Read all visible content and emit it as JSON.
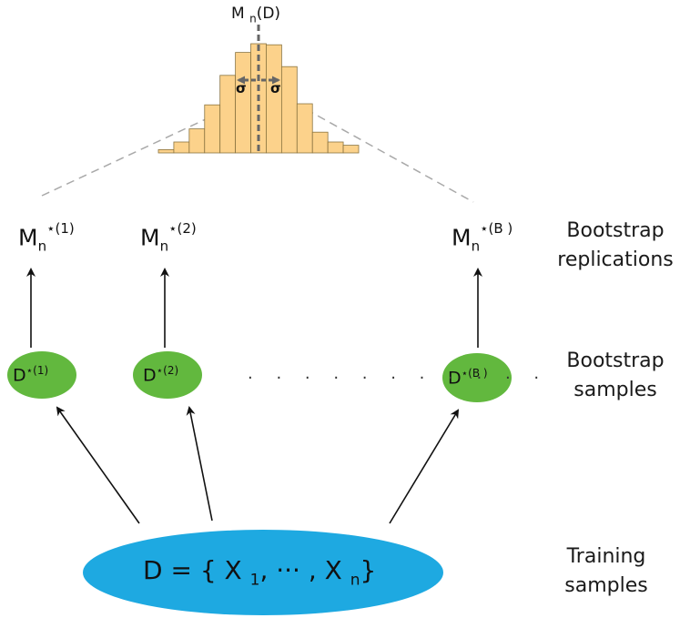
{
  "colors": {
    "histogram_fill": "#fcd28b",
    "histogram_stroke": "#8a7440",
    "bootstrap_sample_fill": "#62b83e",
    "training_sample_fill": "#1ea9e1",
    "arrow": "#111111",
    "dashed_line": "#a9a9a9",
    "mean_line": "#666666"
  },
  "histogram": {
    "title_letter": "M",
    "title_sub": "n",
    "title_arg": "(D)",
    "sigma_left": "σ",
    "sigma_right": "σ",
    "bar_heights": [
      0.03,
      0.1,
      0.22,
      0.44,
      0.71,
      0.92,
      1.0,
      0.99,
      0.79,
      0.45,
      0.19,
      0.1,
      0.07
    ]
  },
  "replications": [
    {
      "base": "M",
      "sub": "n",
      "sup": "⋆(1)"
    },
    {
      "base": "M",
      "sub": "n",
      "sup": "⋆(2)"
    },
    {
      "base": "M",
      "sub": "n",
      "sup": "⋆(B )"
    }
  ],
  "samples": [
    {
      "base": "D",
      "sup": "⋆(1)"
    },
    {
      "base": "D",
      "sup": "⋆(2)"
    },
    {
      "base": "D",
      "sup": "⋆(B )"
    }
  ],
  "ellipsis": ". . . . . . . . . . .",
  "training": {
    "formula_start": "D = { X ",
    "sub1": "1",
    "middle": ", ··· , X ",
    "sub2": "n",
    "end": "}"
  },
  "side_labels": {
    "replications": [
      "Bootstrap",
      "replications"
    ],
    "samples": [
      "Bootstrap",
      "samples"
    ],
    "training": [
      "Training",
      "samples"
    ]
  }
}
